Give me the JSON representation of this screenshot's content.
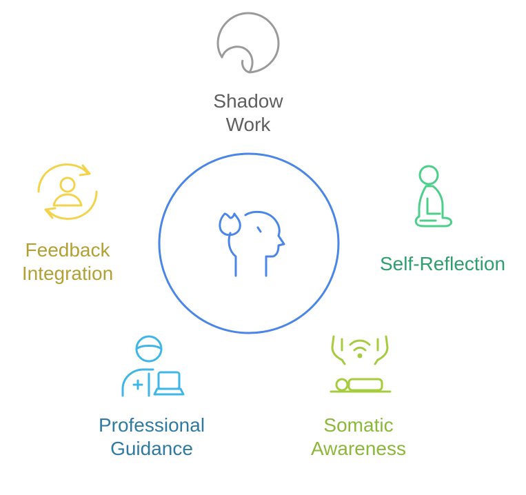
{
  "center": {
    "icon": "head-with-flame-icon",
    "color": "#4a86e8"
  },
  "nodes": [
    {
      "id": "shadow",
      "lines": [
        "Shadow",
        "Work"
      ],
      "icon": "crescent-moon-icon",
      "color": "#5f5f5f",
      "icon_color": "#9a9a9a"
    },
    {
      "id": "self-reflection",
      "lines": [
        "Self-Reflection"
      ],
      "icon": "meditating-person-icon",
      "color": "#2f9e6e",
      "icon_color": "#4ccf8a"
    },
    {
      "id": "somatic",
      "lines": [
        "Somatic",
        "Awareness"
      ],
      "icon": "body-sensing-icon",
      "color": "#8cb83a",
      "icon_color": "#a5cc3d"
    },
    {
      "id": "professional",
      "lines": [
        "Professional",
        "Guidance"
      ],
      "icon": "doctor-laptop-icon",
      "color": "#2f7aa1",
      "icon_color": "#3fb6e8"
    },
    {
      "id": "feedback",
      "lines": [
        "Feedback",
        "Integration"
      ],
      "icon": "person-cycle-icon",
      "color": "#b2a035",
      "icon_color": "#f2d44c"
    }
  ]
}
